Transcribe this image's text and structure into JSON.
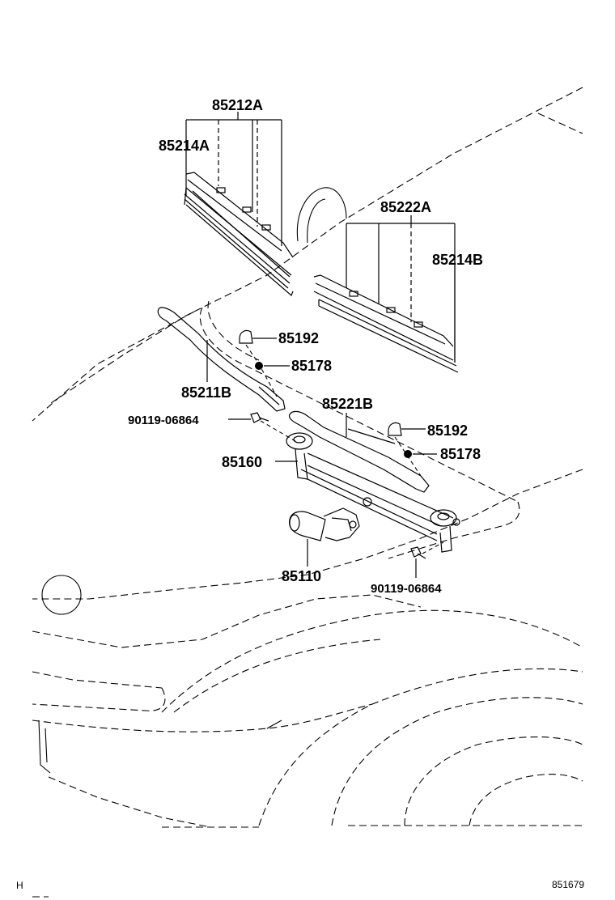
{
  "parts": [
    {
      "id": "blade-front-right",
      "label": "85212A"
    },
    {
      "id": "rubber-front-right",
      "label": "85214A"
    },
    {
      "id": "blade-front-left",
      "label": "85222A"
    },
    {
      "id": "rubber-front-left",
      "label": "85214B"
    },
    {
      "id": "cap-upper",
      "label": "85192"
    },
    {
      "id": "nut-upper",
      "label": "85178"
    },
    {
      "id": "arm-right",
      "label": "85211B"
    },
    {
      "id": "bolt-left",
      "label": "90119-06864"
    },
    {
      "id": "arm-left",
      "label": "85221B"
    },
    {
      "id": "cap-lower",
      "label": "85192"
    },
    {
      "id": "nut-lower",
      "label": "85178"
    },
    {
      "id": "link-assembly",
      "label": "85160"
    },
    {
      "id": "motor",
      "label": "85110"
    },
    {
      "id": "bolt-right",
      "label": "90119-06864"
    }
  ],
  "footer": {
    "section_code": "H",
    "illustration_number": "851679"
  }
}
